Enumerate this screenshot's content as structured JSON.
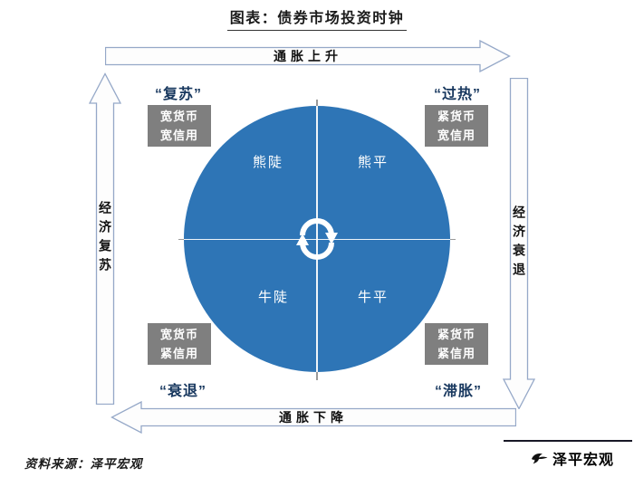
{
  "title": "图表：债券市场投资时钟",
  "clock": {
    "arrow_top": "通胀上升",
    "arrow_right": "经济衰退",
    "arrow_bottom": "通胀下降",
    "arrow_left": "经济复苏",
    "quadrant_top_left": "熊陡",
    "quadrant_top_right": "熊平",
    "quadrant_bottom_left": "牛陡",
    "quadrant_bottom_right": "牛平",
    "corner_top_left": {
      "phase": "“复苏”",
      "policy_line1": "宽货币",
      "policy_line2": "宽信用"
    },
    "corner_top_right": {
      "phase": "“过热”",
      "policy_line1": "紧货币",
      "policy_line2": "宽信用"
    },
    "corner_bottom_left": {
      "phase": "“衰退”",
      "policy_line1": "宽货币",
      "policy_line2": "紧信用"
    },
    "corner_bottom_right": {
      "phase": "“滞胀”",
      "policy_line1": "紧货币",
      "policy_line2": "紧信用"
    }
  },
  "icons": {
    "center": "cycle-arrows-icon",
    "brand": "bird-logo-icon"
  },
  "colors": {
    "circle_blue": "#2E75B6",
    "policy_box_gray": "#7F7F7F",
    "phase_navy": "#17375E",
    "arrow_outline": "#95A8C8"
  },
  "footer": {
    "source": "资料来源：泽平宏观",
    "brand": "泽平宏观"
  }
}
